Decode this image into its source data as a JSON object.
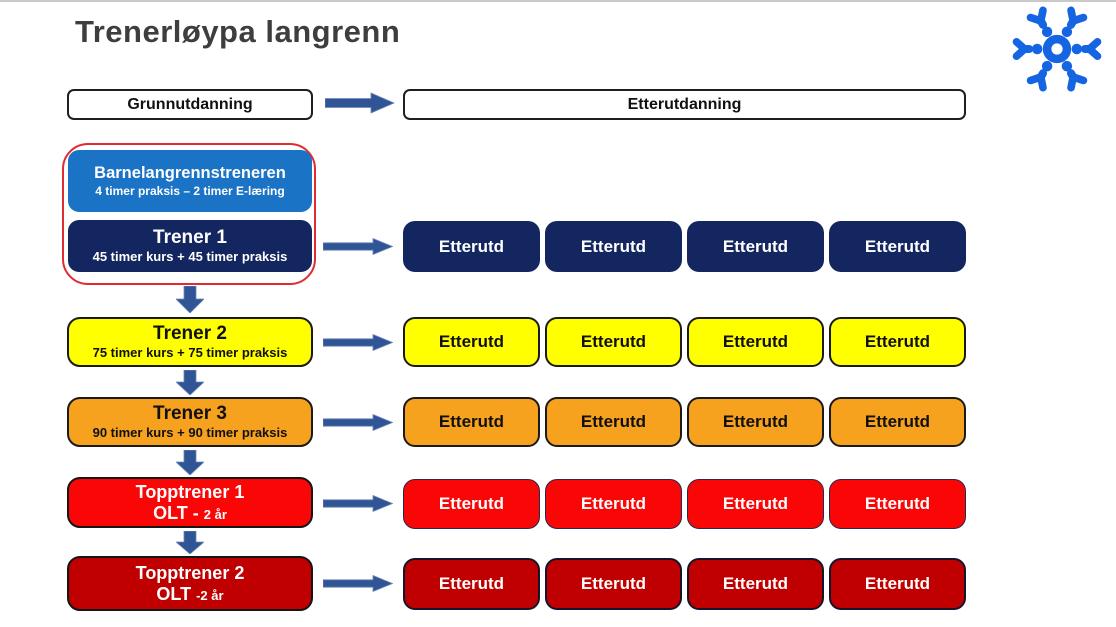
{
  "page": {
    "title": "Trenerløypa langrenn"
  },
  "logo": {
    "name": "snowflake-logo"
  },
  "header": {
    "grunnutdanning_label": "Grunnutdanning",
    "etterutdanning_label": "Etterutdanning"
  },
  "colors": {
    "title_text": "#3E3E3E",
    "arrow_blue": "#2F5597",
    "group_outline_red": "#E02B33",
    "barnetrener_blue": "#1B73C5",
    "trener1_navy": "#13265F",
    "trener2_yellow": "#FFFF00",
    "trener3_orange": "#F6A21E",
    "topptrener1_red": "#FA0606",
    "topptrener2_dark_red": "#C00000",
    "snowflake_blue": "#1565E3"
  },
  "levels": [
    {
      "title": "Barnelangrennstreneren",
      "subtitle": "4 timer praksis – 2 timer E-læring"
    },
    {
      "title": "Trener 1",
      "subtitle": "45 timer kurs + 45 timer praksis",
      "etterutd": [
        "Etterutd",
        "Etterutd",
        "Etterutd",
        "Etterutd"
      ]
    },
    {
      "title": "Trener 2",
      "subtitle": "75 timer kurs + 75 timer praksis",
      "etterutd": [
        "Etterutd",
        "Etterutd",
        "Etterutd",
        "Etterutd"
      ]
    },
    {
      "title": "Trener 3",
      "subtitle": "90 timer kurs + 90 timer praksis",
      "etterutd": [
        "Etterutd",
        "Etterutd",
        "Etterutd",
        "Etterutd"
      ]
    },
    {
      "title": "Topptrener 1",
      "subtitle_main": "OLT -",
      "subtitle_small": "2 år",
      "etterutd": [
        "Etterutd",
        "Etterutd",
        "Etterutd",
        "Etterutd"
      ]
    },
    {
      "title": "Topptrener 2",
      "subtitle_main": "OLT",
      "subtitle_small": "-2 år",
      "etterutd": [
        "Etterutd",
        "Etterutd",
        "Etterutd",
        "Etterutd"
      ]
    }
  ]
}
